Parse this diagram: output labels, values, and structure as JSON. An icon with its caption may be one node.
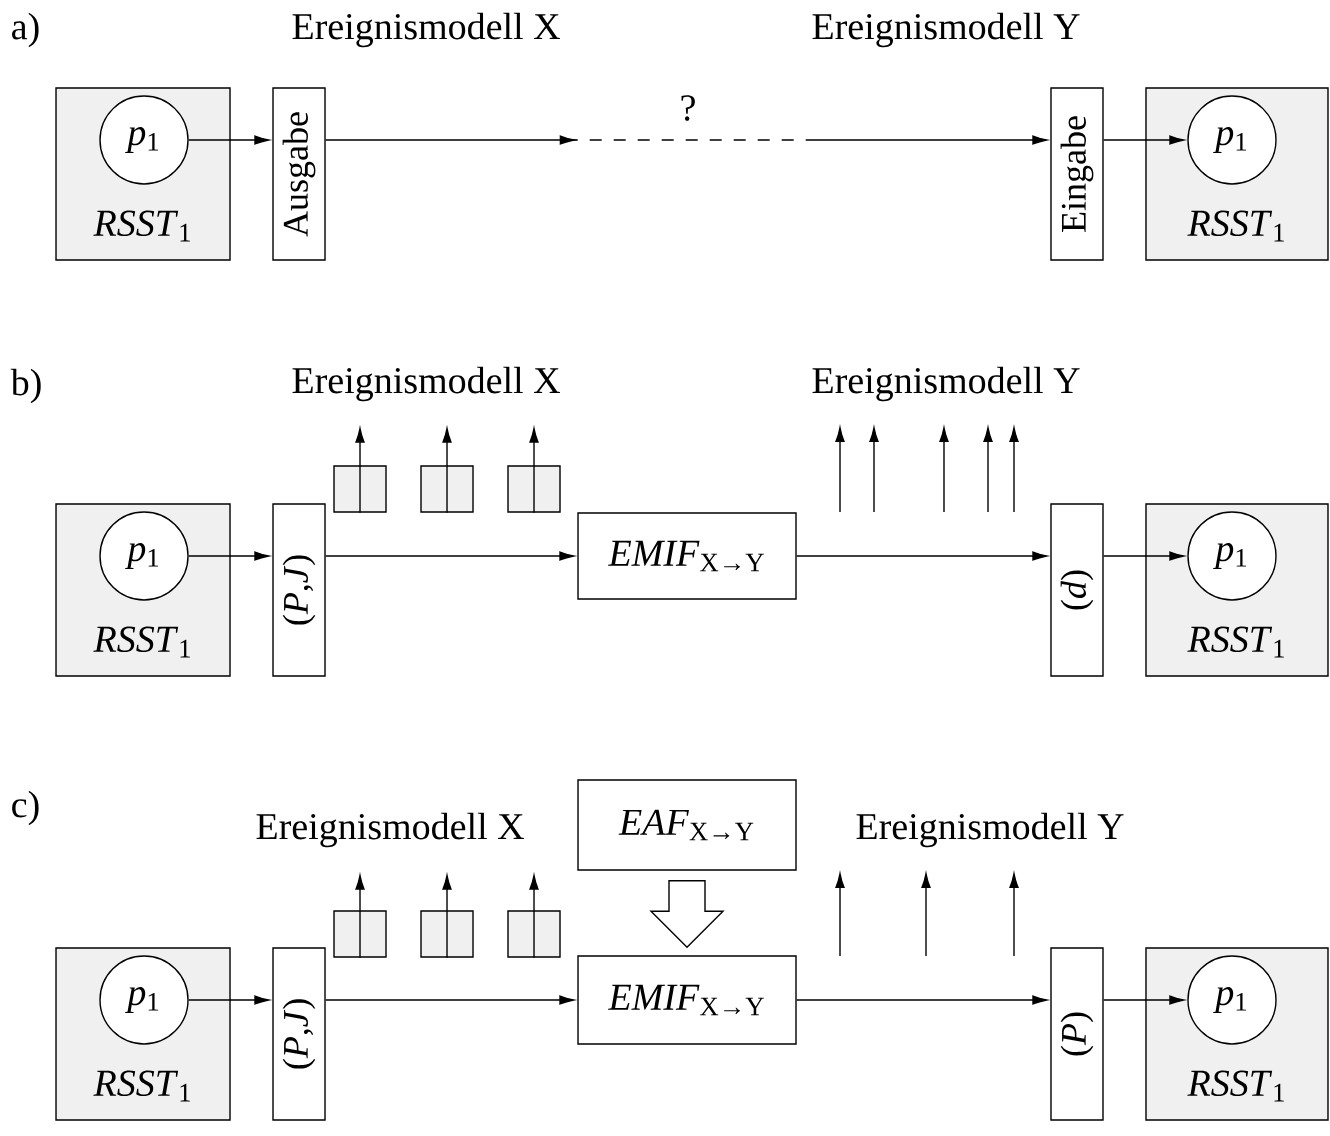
{
  "diagram": {
    "nodes": [
      {
        "text": [
          "*RSST*$_{1}$"
        ]
      },
      {
        "text": [
          "*p*$_{1}$"
        ],
        "in": 0
      },
      {
        "text": [
          "Ausgabe"
        ]
      },
      {
        "text": [
          "Eingabe"
        ]
      },
      {
        "text": [
          "*RSST*$_{1}$"
        ]
      },
      {
        "text": [
          "*p*$_{1}$"
        ],
        "in": 4
      },
      {
        "text": [
          "*RSST*$_{1}$"
        ]
      },
      {
        "text": [
          "*p*$_{1}$"
        ],
        "in": 6
      },
      {
        "text": [
          "(*P*,*J*)"
        ]
      },
      {
        "text": [],
        "shape": "box"
      },
      {
        "text": [],
        "shape": "box"
      },
      {
        "text": [],
        "shape": "box"
      },
      {
        "text": [
          "*EMIF*$_{X→Y}$"
        ]
      },
      {
        "text": [
          "(*d*)"
        ]
      },
      {
        "text": [
          "*RSST*$_{1}$"
        ]
      },
      {
        "text": [
          "*p*$_{1}$"
        ],
        "in": 14
      },
      {
        "text": [
          "*EAF*$_{X→Y}$"
        ]
      },
      {
        "text": [
          "*RSST*$_{1}$"
        ]
      },
      {
        "text": [
          "*p*$_{1}$"
        ],
        "in": 17
      },
      {
        "text": [
          "(*P*,*J*)"
        ]
      },
      {
        "text": [],
        "shape": "box"
      },
      {
        "text": [],
        "shape": "box"
      },
      {
        "text": [],
        "shape": "box"
      },
      {
        "text": [
          "*EMIF*$_{X→Y}$"
        ]
      },
      {
        "text": [
          "(*P*)"
        ]
      },
      {
        "text": [
          "*RSST*$_{1}$"
        ]
      },
      {
        "text": [
          "*p*$_{1}$"
        ],
        "in": 25
      }
    ],
    "edges": [
      {
        "from": 1,
        "to": 2,
        "arrow": "to"
      },
      {
        "from": 2,
        "to": 3,
        "arrow": "to",
        "label": "?",
        "style": "dashed"
      },
      {
        "from": 3,
        "to": 5,
        "arrow": "to"
      },
      {
        "from": 7,
        "to": 8,
        "arrow": "to"
      },
      {
        "from": 9,
        "to": null,
        "arrow": "to"
      },
      {
        "from": 10,
        "to": null,
        "arrow": "to"
      },
      {
        "from": 11,
        "to": null,
        "arrow": "to"
      },
      {
        "from": 8,
        "to": 12,
        "arrow": "to"
      },
      {
        "from": 12,
        "to": 13,
        "arrow": "to"
      },
      {
        "from": 13,
        "to": 15,
        "arrow": "to"
      },
      {
        "from": 16,
        "to": 23,
        "arrow": "to",
        "style": "thick"
      },
      {
        "from": 18,
        "to": 19,
        "arrow": "to"
      },
      {
        "from": 20,
        "to": null,
        "arrow": "to"
      },
      {
        "from": 21,
        "to": null,
        "arrow": "to"
      },
      {
        "from": 22,
        "to": null,
        "arrow": "to"
      },
      {
        "from": 19,
        "to": 23,
        "arrow": "to"
      },
      {
        "from": 23,
        "to": 24,
        "arrow": "to"
      },
      {
        "from": 24,
        "to": 26,
        "arrow": "to"
      }
    ],
    "labels": [
      "a)",
      "Ereignismodell X",
      "Ereignismodell Y",
      "b)",
      "Ereignismodell X",
      "Ereignismodell Y",
      "c)",
      "Ereignismodell X",
      "Ereignismodell Y"
    ]
  }
}
